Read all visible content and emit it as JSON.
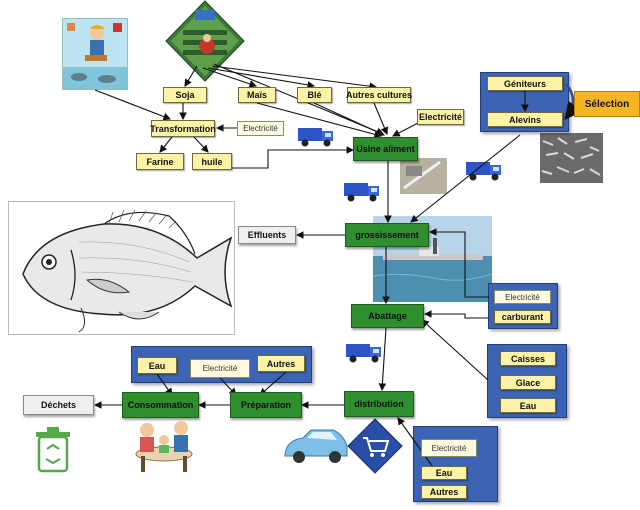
{
  "nodes": {
    "soja": "Soja",
    "mais": "Maïs",
    "ble": "Blé",
    "autres_cultures": "Autres cultures",
    "electricite_usine": "Electricité",
    "transformation": "Transformation",
    "electricite_transformation": "Electricité",
    "farine": "Farine",
    "huile": "huile",
    "usine_aliment": "Usine aliment",
    "geniteurs": "Géniteurs",
    "alevins": "Alevins",
    "selection": "Sélection",
    "effluents": "Effluents",
    "grossissement": "grossissement",
    "electricite_abattage": "Electricité",
    "carburant": "carburant",
    "abattage": "Abattage",
    "caisses": "Caisses",
    "glace": "Glace",
    "eau_abattage": "Eau",
    "eau_preparation": "Eau",
    "electricite_preparation": "Electricité",
    "autres_preparation": "Autres",
    "dechets": "Déchets",
    "consommation": "Consommation",
    "preparation": "Préparation",
    "distribution": "distribution",
    "electricite_distribution": "Electricité",
    "eau_distribution": "Eau",
    "autres_distribution": "Autres"
  },
  "icons": [
    "farmer-icon",
    "tractor-farm-icon",
    "truck-icon",
    "fish-feed-photo",
    "fingerlings-photo",
    "sea-bream-drawing",
    "fish-farm-photo",
    "car-icon",
    "shopping-cart-icon",
    "recycle-bin-icon",
    "family-dinner-icon"
  ],
  "colors": {
    "box_yellow": "#fdf3a6",
    "box_green": "#2f8e2e",
    "panel_blue": "#3d64b4",
    "selection_orange": "#f6b623",
    "truck_blue": "#2a54c8"
  }
}
